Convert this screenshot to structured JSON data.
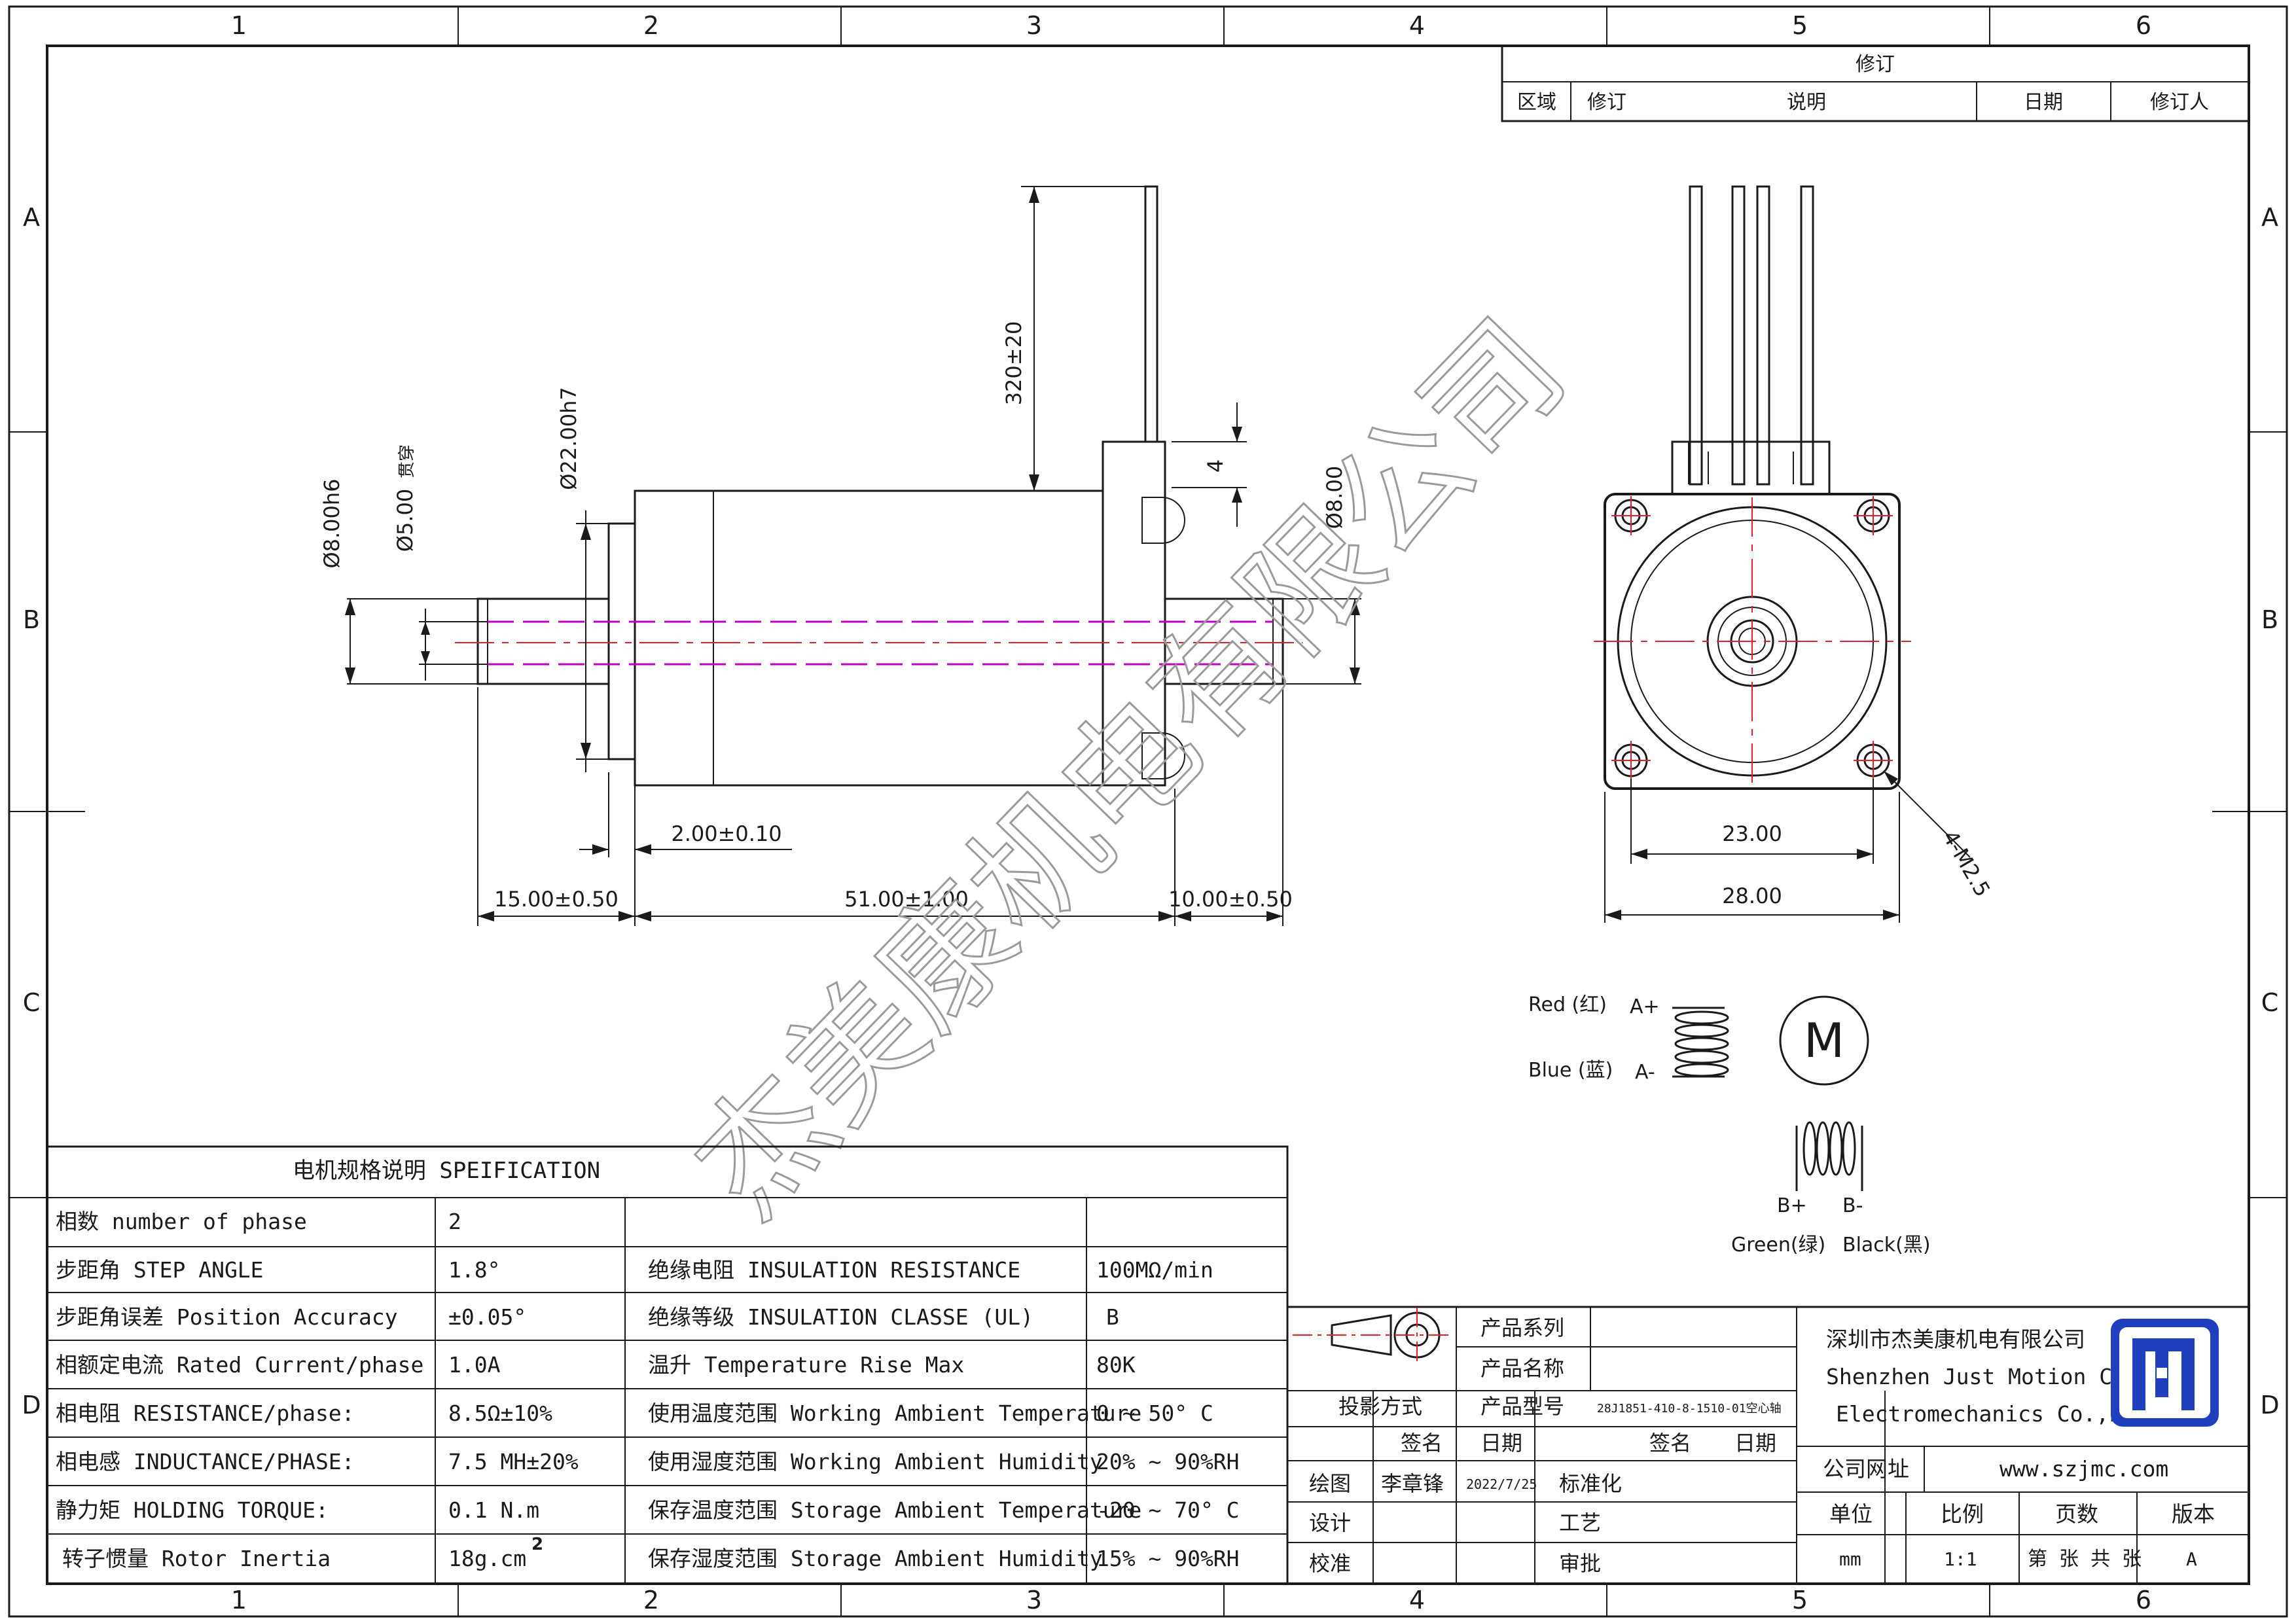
{
  "border": {
    "columns": [
      "1",
      "2",
      "3",
      "4",
      "5",
      "6"
    ],
    "rows": [
      "A",
      "B",
      "C",
      "D"
    ]
  },
  "revision": {
    "title": "修订",
    "headers": [
      "区域",
      "修订",
      "说明",
      "日期",
      "修订人"
    ]
  },
  "dimensions": {
    "lead_length": "320±20",
    "shaft_dia_left": "Ø8.00h6",
    "bore": "Ø5.00",
    "bore_note": "贯穿",
    "pilot": "Ø22.00h7",
    "shaft_dia_right": "Ø8.00",
    "connector_h": "4",
    "pilot_len": "2.00±0.10",
    "left_shaft": "15.00±0.50",
    "body_len": "51.00±1.00",
    "right_shaft": "10.00±0.50",
    "hole_spacing": "23.00",
    "flange": "28.00",
    "holes": "4-M2.5"
  },
  "wiring": {
    "red": "Red (红)",
    "a_plus": "A+",
    "blue": "Blue (蓝)",
    "a_minus": "A-",
    "motor": "M",
    "b_plus": "B+",
    "b_minus": "B-",
    "green": "Green(绿)",
    "black": "Black(黑)"
  },
  "watermark": "杰美康机电有限公司",
  "spec": {
    "title": "电机规格说明 SPEIFICATION",
    "rows": [
      {
        "label": "相数 number of phase",
        "value": "2",
        "label2": "",
        "value2": ""
      },
      {
        "label": "步距角 STEP ANGLE",
        "value": "1.8°",
        "label2": "绝缘电阻 INSULATION RESISTANCE",
        "value2": "100MΩ/min"
      },
      {
        "label": "步距角误差 Position Accuracy",
        "value": "±0.05°",
        "label2": "绝缘等级 INSULATION CLASSE (UL)",
        "value2": "B"
      },
      {
        "label": "相额定电流 Rated Current/phase",
        "value": "1.0A",
        "label2": "温升 Temperature Rise Max",
        "value2": "80K"
      },
      {
        "label": "相电阻 RESISTANCE/phase:",
        "value": "8.5Ω±10%",
        "label2": "使用温度范围 Working Ambient Temperature",
        "value2": "0 ~ 50° C"
      },
      {
        "label": "相电感 INDUCTANCE/PHASE:",
        "value": "7.5 MH±20%",
        "label2": "使用湿度范围 Working Ambient Humidity",
        "value2": "20% ~ 90%RH"
      },
      {
        "label": "静力矩 HOLDING TORQUE:",
        "value": "0.1 N.m",
        "label2": "保存温度范围 Storage Ambient Temperature",
        "value2": "-20 ~ 70° C"
      },
      {
        "label": "转子惯量 Rotor Inertia",
        "value": "18g.cm",
        "label2": "保存湿度范围 Storage Ambient Humidity",
        "value2": "15% ~ 90%RH"
      }
    ],
    "inertia_sup": "2"
  },
  "title_block": {
    "series": "产品系列",
    "name": "产品名称",
    "projection": "投影方式",
    "model_label": "产品型号",
    "model": "28J1851-410-8-1510-01空心轴",
    "sign": "签名",
    "date": "日期",
    "sign2": "签名",
    "date2": "日期",
    "drawn": "绘图",
    "drawer": "李章锋",
    "drawn_date": "2022/7/25",
    "standard": "标准化",
    "design": "设计",
    "process": "工艺",
    "check": "校准",
    "approve": "审批",
    "company_cn": "深圳市杰美康机电有限公司",
    "company_en1": "Shenzhen Just Motion Control",
    "company_en2": "Electromechanics Co.,LTD",
    "website_label": "公司网址",
    "website": "www.szjmc.com",
    "unit_label": "单位",
    "scale_label": "比例",
    "pages_label": "页数",
    "version_label": "版本",
    "unit": "mm",
    "scale": "1:1",
    "pages": "第 张 共 张",
    "version": "A"
  },
  "colors": {
    "line": "#1a1a1a",
    "center": "#e0202a",
    "bore": "#c000c0",
    "logo": "#1f3fbf",
    "watermark": "#9a9a9a"
  }
}
